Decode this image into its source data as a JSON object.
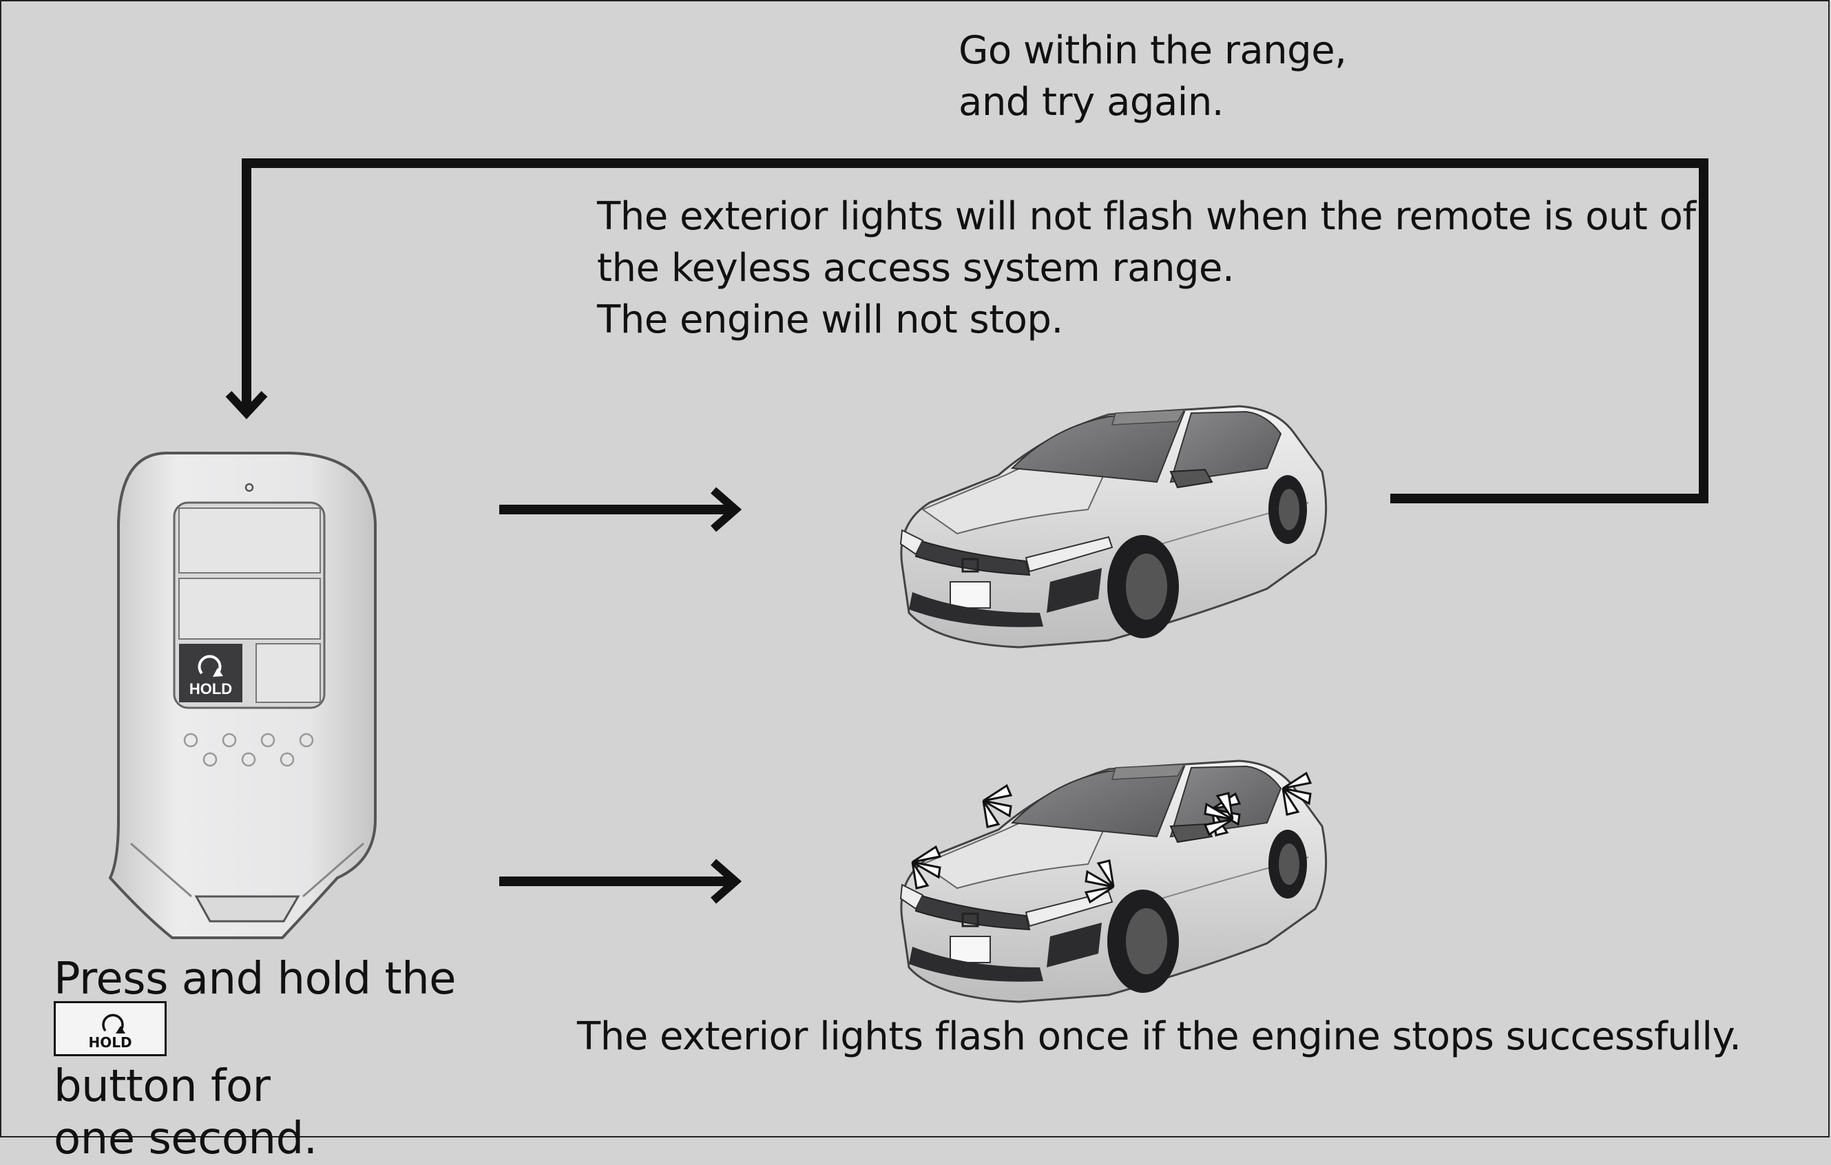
{
  "retry_note": {
    "line1": "Go within the range,",
    "line2": "and try again."
  },
  "out_of_range_note": {
    "line1": "The exterior lights will not flash when the remote is out of",
    "line2": "the keyless access system range.",
    "line3": "The engine will not stop."
  },
  "success_note": {
    "line1": "The exterior lights flash once if the engine stops successfully."
  },
  "instruction": {
    "line1": "Press and hold the",
    "line2": "button for",
    "line3": "one second."
  },
  "hold_button": {
    "label": "HOLD",
    "icon": "rotate-arrow-icon"
  },
  "colors": {
    "background": "#d3d3d4",
    "ink": "#111111",
    "fob_body": "#e2e2e3",
    "car_body": "#dadadb",
    "flash_burst": "#ffffff"
  }
}
